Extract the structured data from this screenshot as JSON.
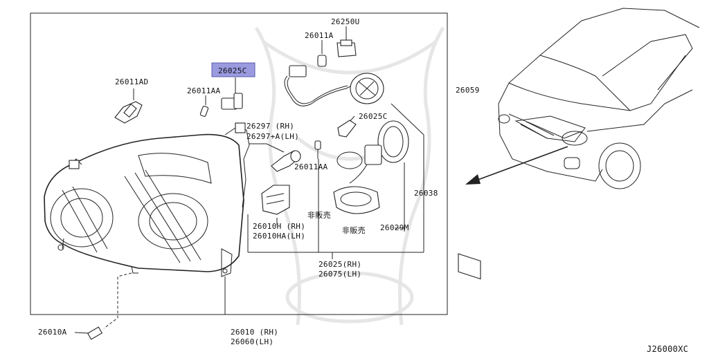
{
  "diagram_code": "J26000XC",
  "highlight_color": "#9a9ae0",
  "labels": {
    "p26250U": "26250U",
    "p26011A": "26011A",
    "p26025C_top": "26025C",
    "p26011AD": "26011AD",
    "p26011AA_top": "26011AA",
    "p26297_rh": "26297 (RH)",
    "p26297_lh": "26297+A(LH)",
    "p26025C_mid": "26025C",
    "p26011AA_mid": "26011AA",
    "p26059": "26059",
    "p26038": "26038",
    "notforsale_1": "非販売",
    "notforsale_2": "非販売",
    "p26029M": "26029M",
    "p26010H": "26010H (RH)",
    "p26010HA": "26010HA(LH)",
    "p26025": "26025(RH)",
    "p26075": "26075(LH)",
    "p26010A": "26010A",
    "p26010": "26010 (RH)",
    "p26060": "26060(LH)"
  }
}
